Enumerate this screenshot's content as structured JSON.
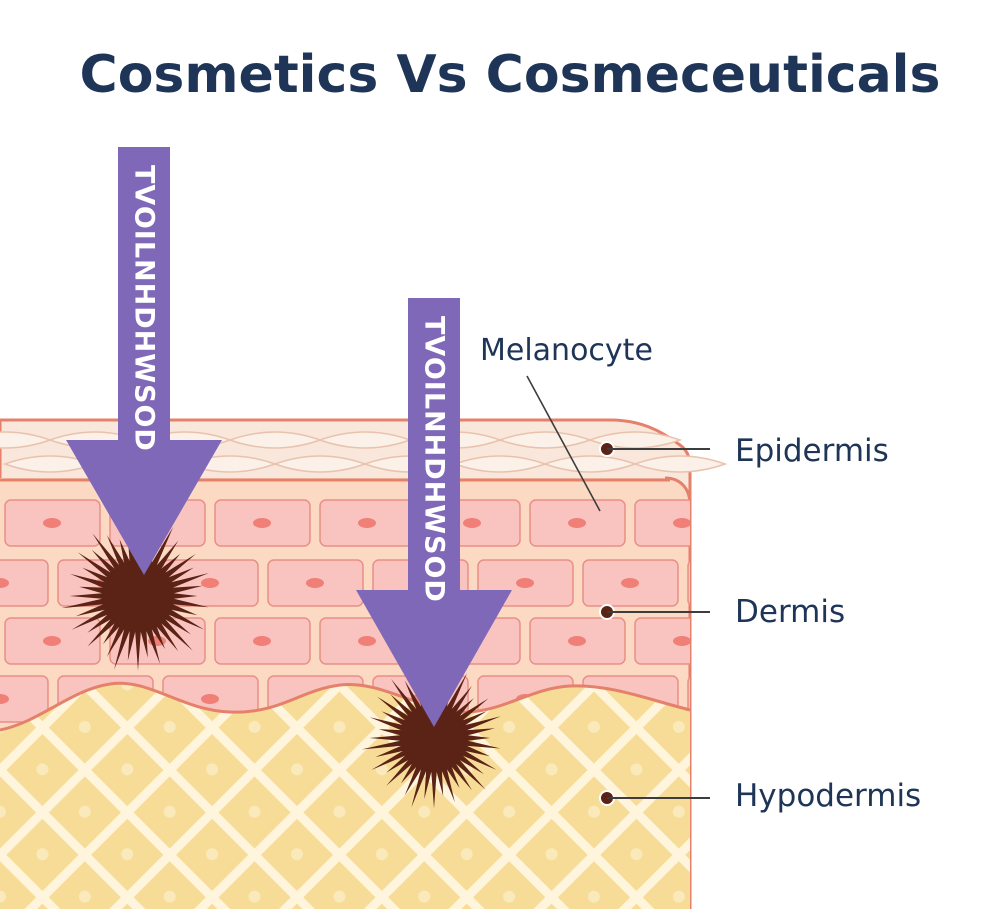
{
  "title": "Cosmetics Vs Cosmeceuticals",
  "arrows": {
    "cosmetic": {
      "label": "TVOILNHDHWSOD"
    },
    "cosmeceutical": {
      "label": "TVOILNHDHWSOD"
    }
  },
  "labels": {
    "melanocyte": "Melanocyte",
    "epidermis": "Epidermis",
    "dermis": "Dermis",
    "hypodermis": "Hypodermis"
  },
  "colors": {
    "title": "#1e3557",
    "arrow": "#8068b8",
    "arrow_text": "#ffffff",
    "epidermis_fill": "#f8e7da",
    "epidermis_outline": "#e5806b",
    "dermis_fill": "#fbd9c3",
    "cell_fill": "#f9c4c0",
    "cell_outline": "#e98f86",
    "nucleus": "#f07f78",
    "hypodermis_fill": "#f6dc96",
    "hypodermis_lattice": "#fff4dc",
    "melanin": "#5b2316",
    "leader_line": "#3d3d3d",
    "label_text": "#1e3557"
  }
}
